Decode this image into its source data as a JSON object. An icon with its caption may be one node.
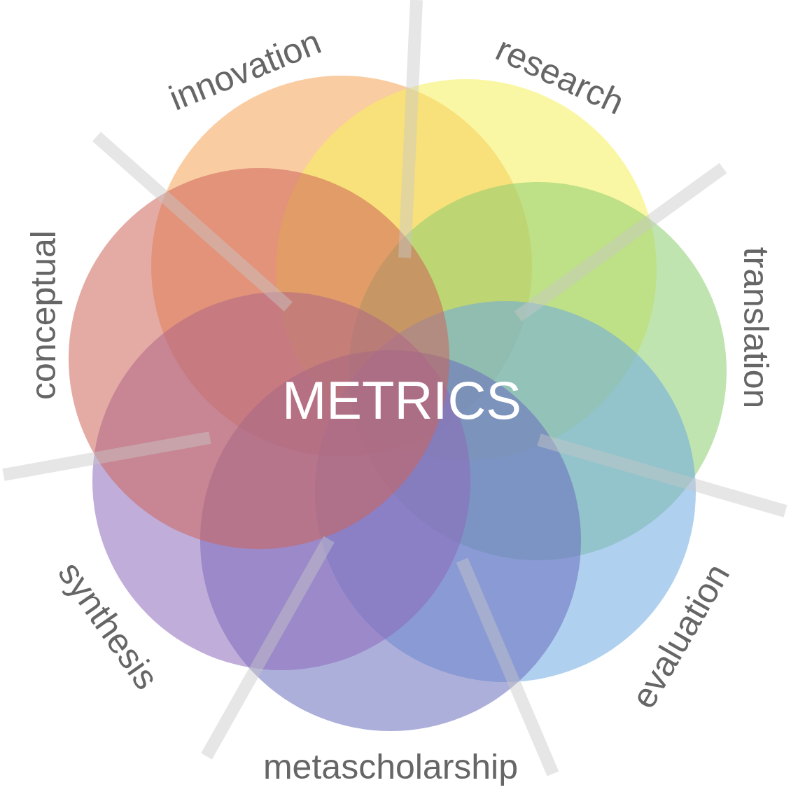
{
  "diagram": {
    "nodes": [
      {
        "text": [
          "innovation"
        ]
      },
      {
        "text": [
          "research"
        ]
      },
      {
        "text": [
          "translation"
        ]
      },
      {
        "text": [
          "evaluation"
        ]
      },
      {
        "text": [
          "metascholarship"
        ]
      },
      {
        "text": [
          "synthesis"
        ]
      },
      {
        "text": [
          "conceptual"
        ]
      }
    ],
    "labels": [
      "METRICS"
    ]
  }
}
